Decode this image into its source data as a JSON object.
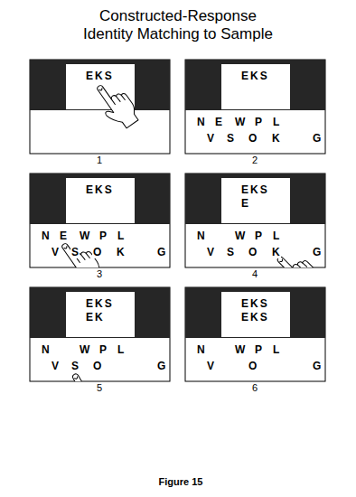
{
  "diagram": {
    "title": "Constructed-Response Identity Matching to Sample",
    "caption": "Figure 15",
    "nodes": [
      {
        "text": [
          "EKS"
        ]
      },
      {
        "text": [
          "EKS"
        ]
      },
      {
        "text": [
          "N",
          "E",
          "W",
          "P",
          "L",
          "V",
          "S",
          "O",
          "K",
          "G"
        ]
      },
      {
        "text": [
          "EKS"
        ]
      },
      {
        "text": [
          "N",
          "E",
          "W",
          "P",
          "L",
          "V",
          "S",
          "O",
          "K",
          "G"
        ]
      },
      {
        "text": [
          "EKS",
          "E"
        ]
      },
      {
        "text": [
          "N",
          "W",
          "P",
          "L",
          "V",
          "S",
          "O",
          "K",
          "G"
        ]
      },
      {
        "text": [
          "EKS",
          "EK"
        ]
      },
      {
        "text": [
          "N",
          "W",
          "P",
          "L",
          "V",
          "S",
          "O",
          "G"
        ]
      },
      {
        "text": [
          "EKS",
          "EKS"
        ]
      },
      {
        "text": [
          "N",
          "W",
          "P",
          "L",
          "V",
          "O",
          "G"
        ]
      }
    ],
    "labels": [
      "1",
      "2",
      "3",
      "4",
      "5",
      "6"
    ]
  }
}
